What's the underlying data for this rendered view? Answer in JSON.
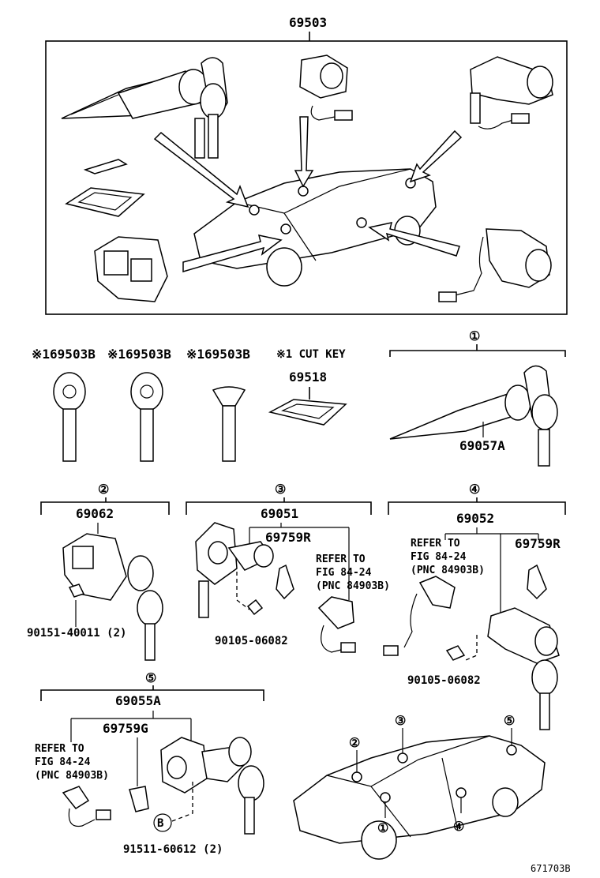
{
  "assembly": {
    "part_number": "69503"
  },
  "cut_keys": {
    "key1": "※169503B",
    "key2": "※169503B",
    "key3": "※169503B",
    "note": "※1 CUT KEY"
  },
  "plate": {
    "part_number": "69518"
  },
  "group1": {
    "ref": "①",
    "cylinder": "69057A"
  },
  "group2": {
    "ref": "②",
    "cylinder": "69062",
    "bolt": "90151-40011 (2)"
  },
  "group3": {
    "ref": "③",
    "cylinder": "69051",
    "lever": "69759R",
    "refer_line1": "REFER TO",
    "refer_line2": "FIG 84-24",
    "refer_line3": "(PNC 84903B)",
    "screw": "90105-06082"
  },
  "group4": {
    "ref": "④",
    "cylinder": "69052",
    "lever": "69759R",
    "refer_line1": "REFER TO",
    "refer_line2": "FIG 84-24",
    "refer_line3": "(PNC 84903B)",
    "screw": "90105-06082"
  },
  "group5": {
    "ref": "⑤",
    "cylinder": "69055A",
    "lever": "69759G",
    "refer_line1": "REFER TO",
    "refer_line2": "FIG 84-24",
    "refer_line3": "(PNC 84903B)",
    "bolt_marker": "B",
    "bolt": "91511-60612 (2)"
  },
  "car_callouts": {
    "c1": "①",
    "c2": "②",
    "c3": "③",
    "c4": "④",
    "c5": "⑤"
  },
  "figure_code": "671703B"
}
